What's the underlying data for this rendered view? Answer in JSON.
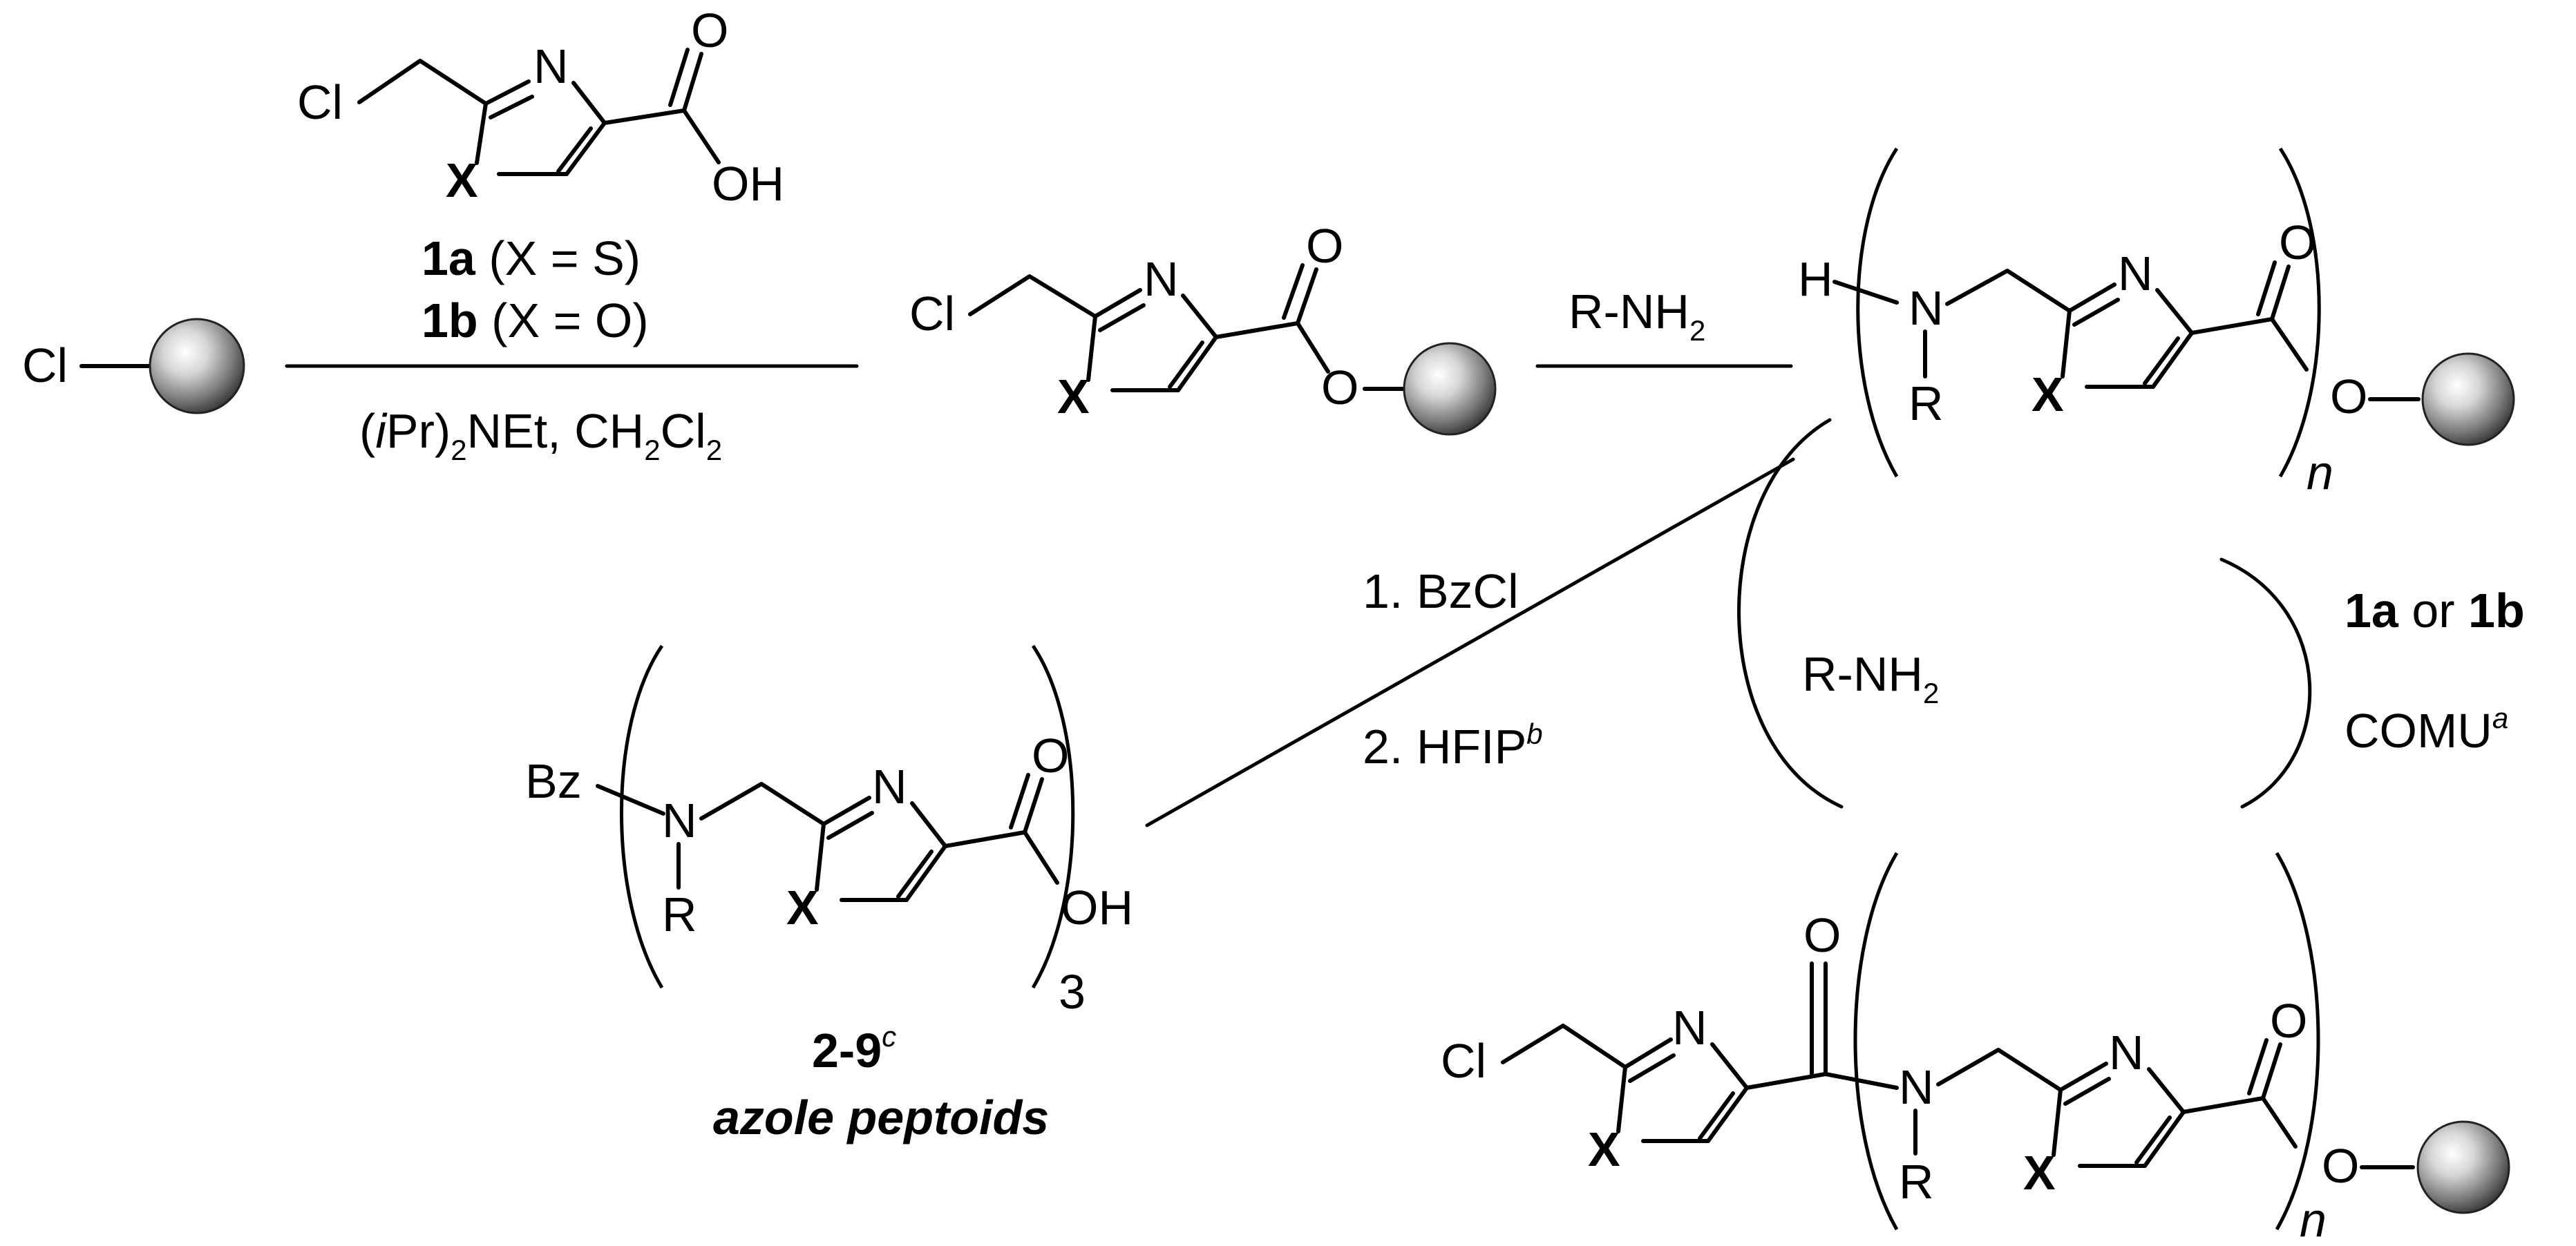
{
  "atoms": {
    "cl": "Cl",
    "n": "N",
    "o": "O",
    "oh": "OH",
    "x": "X",
    "h": "H",
    "r": "R",
    "bz": "Bz"
  },
  "reagent1": {
    "label_1a_num": "1a",
    "label_1a_rest": " (X = S)",
    "label_1b_num": "1b",
    "label_1b_rest": " (X = O)",
    "base_paren_open": "(",
    "base_ipr_i": "i",
    "base_pr": "Pr)",
    "base_sub": "2",
    "base_net": "NEt, CH",
    "base_sub2": "2",
    "base_cl": "Cl",
    "base_sub3": "2"
  },
  "step_amine": {
    "text": "R-NH",
    "sub": "2"
  },
  "cycle": {
    "amine_text": "R-NH",
    "amine_sub": "2",
    "coupling_1a": "1a",
    "coupling_or": " or ",
    "coupling_1b": "1b",
    "coupling_comu": "COMU",
    "coupling_sup": "a"
  },
  "cleavage": {
    "step1": "1. BzCl",
    "step2": "2. HFIP",
    "step2_sup": "b"
  },
  "subscripts": {
    "n": "n",
    "three": "3"
  },
  "product": {
    "compound": "2-9",
    "compound_sup": "c",
    "caption": "azole peptoids"
  }
}
